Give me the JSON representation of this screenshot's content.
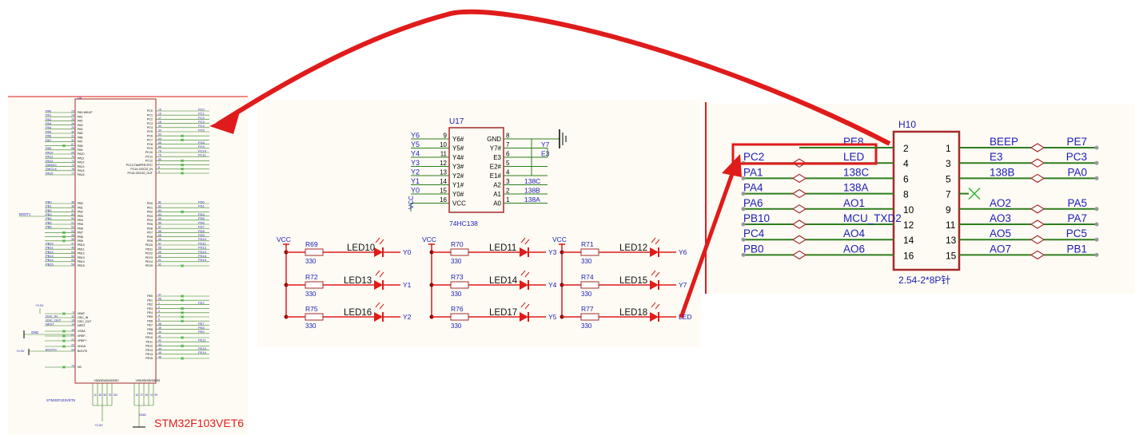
{
  "mcu": {
    "ref": "U4",
    "part": "STM32F103VET6",
    "title_red": "STM32F103VET6",
    "left_pins": [
      {
        "net": "PA0",
        "num": "23",
        "name": "PA0-WKUP"
      },
      {
        "net": "PA1",
        "num": "24",
        "name": "PA1"
      },
      {
        "net": "PA2",
        "num": "25",
        "name": "PA2"
      },
      {
        "net": "PA3",
        "num": "26",
        "name": "PA3"
      },
      {
        "net": "PA4",
        "num": "29",
        "name": "PA4"
      },
      {
        "net": "PA5",
        "num": "30",
        "name": "PA5"
      },
      {
        "net": "PA6",
        "num": "31",
        "name": "PA6"
      },
      {
        "net": "PA7",
        "num": "32",
        "name": "PA7"
      },
      {
        "net": "",
        "num": "67",
        "name": "PA8"
      },
      {
        "net": "PA9",
        "num": "68",
        "name": "PA9"
      },
      {
        "net": "PA10",
        "num": "69",
        "name": "PA10"
      },
      {
        "net": "PA11",
        "num": "70",
        "name": "PA11"
      },
      {
        "net": "PA12",
        "num": "71",
        "name": "PA12"
      },
      {
        "net": "SWDIO",
        "num": "72",
        "name": "PA13"
      },
      {
        "net": "SWCLK",
        "num": "76",
        "name": "PA14"
      },
      {
        "net": "PA15",
        "num": "77",
        "name": "PA15"
      },
      {
        "net": "PB0",
        "num": "35",
        "name": "PB0"
      },
      {
        "net": "PB1",
        "num": "36",
        "name": "PB1"
      },
      {
        "net": "PB2",
        "num": "37",
        "name": "PB2"
      },
      {
        "net": "PB3",
        "num": "89",
        "name": "PB3"
      },
      {
        "net": "PB4",
        "num": "90",
        "name": "PB4"
      },
      {
        "net": "PB5",
        "num": "91",
        "name": "PB5"
      },
      {
        "net": "PB6",
        "num": "92",
        "name": "PB6"
      },
      {
        "net": "",
        "num": "93",
        "name": "PB7"
      },
      {
        "net": "",
        "num": "95",
        "name": "PB8"
      },
      {
        "net": "",
        "num": "96",
        "name": "PB9"
      },
      {
        "net": "PB10",
        "num": "47",
        "name": "PB10"
      },
      {
        "net": "PB11",
        "num": "48",
        "name": "PB11"
      },
      {
        "net": "PB12",
        "num": "51",
        "name": "PB12"
      },
      {
        "net": "PB13",
        "num": "52",
        "name": "PB13"
      },
      {
        "net": "PB14",
        "num": "53",
        "name": "PB14"
      },
      {
        "net": "PB15",
        "num": "54",
        "name": "PB15"
      }
    ],
    "right_pins": [
      {
        "name": "PC0",
        "num": "15",
        "net": "PC0"
      },
      {
        "name": "PC1",
        "num": "16",
        "net": "PC1"
      },
      {
        "name": "PC2",
        "num": "17",
        "net": "PC2"
      },
      {
        "name": "PC3",
        "num": "18",
        "net": "PC3"
      },
      {
        "name": "PC4",
        "num": "33",
        "net": "PC4"
      },
      {
        "name": "PC5",
        "num": "34",
        "net": "PC5"
      },
      {
        "name": "PC6",
        "num": "63",
        "net": ""
      },
      {
        "name": "PC7",
        "num": "64",
        "net": ""
      },
      {
        "name": "PC8",
        "num": "65",
        "net": "PC8"
      },
      {
        "name": "PC9",
        "num": "66",
        "net": "PC9"
      },
      {
        "name": "PC10",
        "num": "78",
        "net": "PC10"
      },
      {
        "name": "PC11",
        "num": "79",
        "net": "PC11"
      },
      {
        "name": "PC12",
        "num": "80",
        "net": ""
      },
      {
        "name": "PC13-TAMPER-RTC",
        "num": "7",
        "net": ""
      },
      {
        "name": "PC14-OSC32_IN",
        "num": "8",
        "net": ""
      },
      {
        "name": "PC15-OSC32_OUT",
        "num": "9",
        "net": ""
      },
      {
        "name": "PD0",
        "num": "81",
        "net": "PD0"
      },
      {
        "name": "PD1",
        "num": "82",
        "net": "PD1"
      },
      {
        "name": "PD2",
        "num": "83",
        "net": ""
      },
      {
        "name": "PD3",
        "num": "84",
        "net": "PD4"
      },
      {
        "name": "PD4",
        "num": "85",
        "net": "PD5"
      },
      {
        "name": "PD5",
        "num": "86",
        "net": "PD6"
      },
      {
        "name": "PD6",
        "num": "87",
        "net": "PD7"
      },
      {
        "name": "PD7",
        "num": "88",
        "net": "PD8"
      },
      {
        "name": "PD8",
        "num": "55",
        "net": "PD9"
      },
      {
        "name": "PD9",
        "num": "56",
        "net": "PD10"
      },
      {
        "name": "PD10",
        "num": "57",
        "net": "PD11"
      },
      {
        "name": "PD11",
        "num": "58",
        "net": "PD12"
      },
      {
        "name": "PD12",
        "num": "59",
        "net": "PD13"
      },
      {
        "name": "PD13",
        "num": "60",
        "net": "PD14"
      },
      {
        "name": "PD14",
        "num": "61",
        "net": "PD15"
      },
      {
        "name": "PD15",
        "num": "62",
        "net": ""
      }
    ],
    "right_pins_e": [
      {
        "name": "PE0",
        "num": "97",
        "net": ""
      },
      {
        "name": "PE1",
        "num": "98",
        "net": ""
      },
      {
        "name": "PE2",
        "num": "1",
        "net": "PE2"
      },
      {
        "name": "PE3",
        "num": "2",
        "net": ""
      },
      {
        "name": "PE4",
        "num": "3",
        "net": ""
      },
      {
        "name": "PE5",
        "num": "4",
        "net": ""
      },
      {
        "name": "PE6",
        "num": "5",
        "net": ""
      },
      {
        "name": "PE7",
        "num": "38",
        "net": "PE7"
      },
      {
        "name": "PE8",
        "num": "39",
        "net": "PE8"
      },
      {
        "name": "PE9",
        "num": "40",
        "net": "PE9"
      },
      {
        "name": "PE10",
        "num": "41",
        "net": ""
      },
      {
        "name": "PE11",
        "num": "42",
        "net": "PE11"
      },
      {
        "name": "PE12",
        "num": "43",
        "net": ""
      },
      {
        "name": "PE13",
        "num": "44",
        "net": "PE13"
      },
      {
        "name": "PE14",
        "num": "45",
        "net": "PE14"
      },
      {
        "name": "PE15",
        "num": "46",
        "net": ""
      }
    ],
    "left_pins_power": [
      {
        "net": "",
        "num": "6",
        "name": "VBAT"
      },
      {
        "net": "OSC_IN",
        "num": "12",
        "name": "OSC_IN"
      },
      {
        "net": "OSC_OUT",
        "num": "13",
        "name": "OSC_OUT"
      },
      {
        "net": "NRST",
        "num": "14",
        "name": "NRST"
      },
      {
        "net": "",
        "num": "19",
        "name": "VSSA"
      },
      {
        "net": "",
        "num": "20",
        "name": "VREF-"
      },
      {
        "net": "",
        "num": "21",
        "name": "VREF+"
      },
      {
        "net": "",
        "num": "22",
        "name": "VDDA"
      },
      {
        "net": "BOOT0",
        "num": "94",
        "name": "BOOT0"
      },
      {
        "net": "",
        "num": "73",
        "name": "NC"
      }
    ],
    "labels": {
      "boot1": "BOOT1",
      "vcc33_top": "+3.3V",
      "gnd": "GND",
      "vcc33_left": "+3.3V",
      "vcc33_bottom": "+3.3V",
      "gnd_bottom": "GND"
    },
    "bottom_pins": [
      "VDD",
      "VDD",
      "VDD",
      "VDD",
      "VDD",
      "VSS",
      "VSS",
      "VSS",
      "VSS",
      "VSS"
    ],
    "bottom_nums": [
      "11",
      "28",
      "50",
      "75",
      "100",
      "10",
      "27",
      "49",
      "74",
      "99"
    ]
  },
  "decoder": {
    "ref": "U17",
    "part": "74HC138",
    "left": [
      {
        "net": "Y6",
        "num": "9",
        "pin": "Y6#"
      },
      {
        "net": "Y5",
        "num": "10",
        "pin": "Y5#"
      },
      {
        "net": "Y4",
        "num": "11",
        "pin": "Y4#"
      },
      {
        "net": "Y3",
        "num": "12",
        "pin": "Y3#"
      },
      {
        "net": "Y2",
        "num": "13",
        "pin": "Y2#"
      },
      {
        "net": "Y1",
        "num": "14",
        "pin": "Y1#"
      },
      {
        "net": "Y0",
        "num": "15",
        "pin": "Y0#"
      },
      {
        "net": "",
        "num": "16",
        "pin": "VCC"
      }
    ],
    "right": [
      {
        "pin": "GND",
        "num": "8",
        "net": ""
      },
      {
        "pin": "Y7#",
        "num": "7",
        "net": "Y7"
      },
      {
        "pin": "E3",
        "num": "6",
        "net": "E3"
      },
      {
        "pin": "E2#",
        "num": "5",
        "net": ""
      },
      {
        "pin": "E1#",
        "num": "4",
        "net": ""
      },
      {
        "pin": "A2",
        "num": "3",
        "net": "138C"
      },
      {
        "pin": "A1",
        "num": "2",
        "net": "138B"
      },
      {
        "pin": "A0",
        "num": "1",
        "net": "138A"
      }
    ],
    "vcc": "VCC"
  },
  "leds": {
    "vcc": "VCC",
    "value": "330",
    "groups": [
      [
        {
          "r": "R69",
          "led": "LED10",
          "net": "Y0"
        },
        {
          "r": "R72",
          "led": "LED13",
          "net": "Y1"
        },
        {
          "r": "R75",
          "led": "LED16",
          "net": "Y2"
        }
      ],
      [
        {
          "r": "R70",
          "led": "LED11",
          "net": "Y3"
        },
        {
          "r": "R73",
          "led": "LED14",
          "net": "Y4"
        },
        {
          "r": "R76",
          "led": "LED17",
          "net": "Y5"
        }
      ],
      [
        {
          "r": "R71",
          "led": "LED12",
          "net": "Y6"
        },
        {
          "r": "R74",
          "led": "LED15",
          "net": "Y7"
        },
        {
          "r": "R77",
          "led": "LED18",
          "net": "LED"
        }
      ]
    ]
  },
  "header": {
    "ref": "H10",
    "part": "2.54-2*8P针",
    "left_nums": [
      "2",
      "4",
      "6",
      "8",
      "10",
      "12",
      "14",
      "16"
    ],
    "right_nums": [
      "1",
      "3",
      "5",
      "7",
      "9",
      "11",
      "13",
      "15"
    ],
    "left_nets": [
      "PE8",
      "LED",
      "138C",
      "138A",
      "AO1",
      "MCU_TXD2",
      "AO4",
      "AO6"
    ],
    "left_outer": [
      "",
      "PC2",
      "PA1",
      "PA4",
      "PA6",
      "PB10",
      "PC4",
      "PB0"
    ],
    "right_nets": [
      "BEEP",
      "E3",
      "138B",
      "",
      "AO2",
      "AO3",
      "AO5",
      "AO7"
    ],
    "right_outer": [
      "PE7",
      "PC3",
      "PA0",
      "",
      "PA5",
      "PA7",
      "PC5",
      "PB1"
    ]
  },
  "colors": {
    "wire": "#2e7d1e",
    "text": "#1c1cb8",
    "body": "#a52a2a",
    "red": "#e01b1b",
    "panel": "#fdfbf3",
    "junction": "#8b0000"
  }
}
